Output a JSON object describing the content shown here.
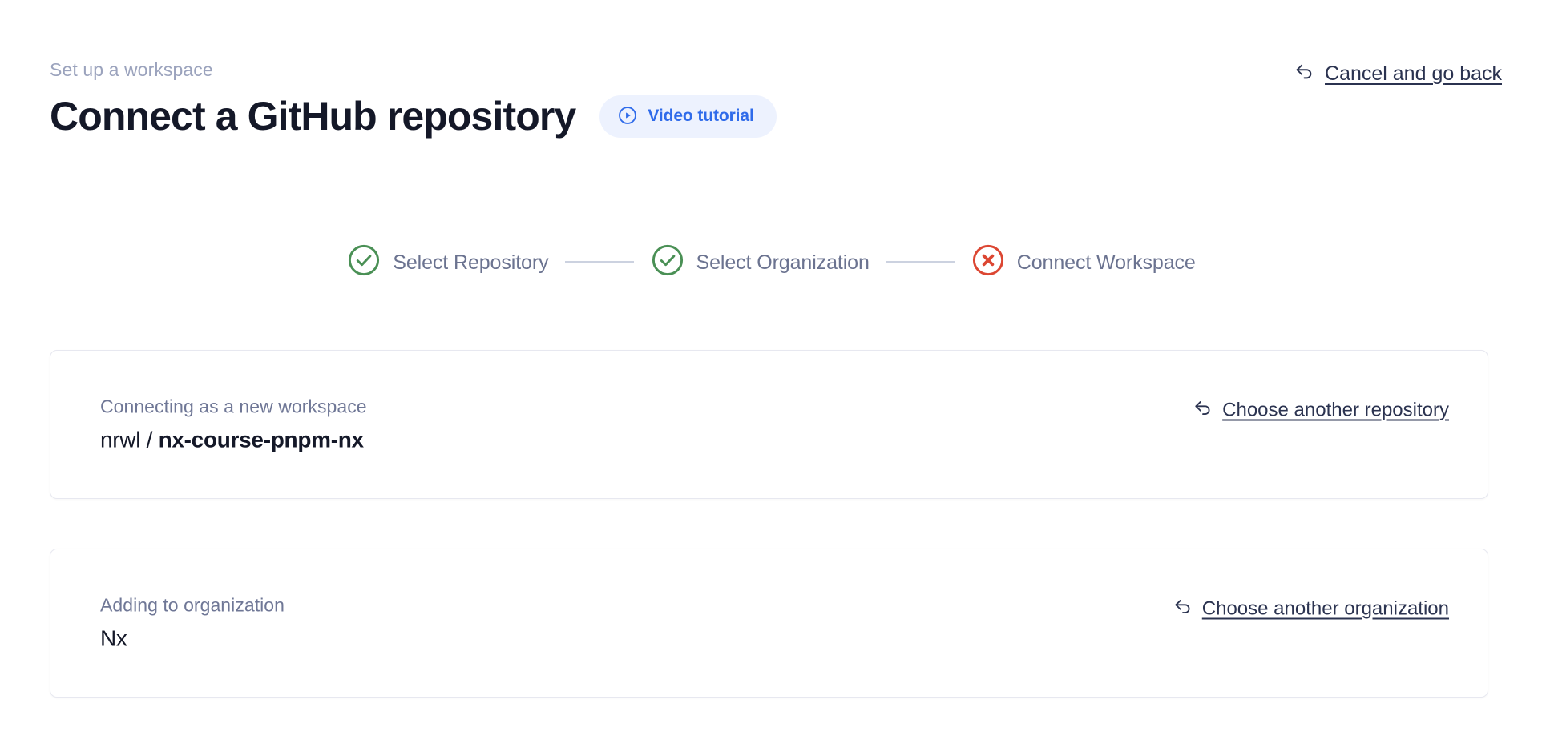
{
  "header": {
    "eyebrow": "Set up a workspace",
    "title": "Connect a GitHub repository",
    "video_badge_label": "Video tutorial",
    "video_badge_icon": "play-circle-icon",
    "cancel_label": "Cancel and go back",
    "cancel_icon": "arrow-uturn-left-icon"
  },
  "stepper": {
    "steps": [
      {
        "label": "Select Repository",
        "state": "complete",
        "icon": "check-circle-icon"
      },
      {
        "label": "Select Organization",
        "state": "complete",
        "icon": "check-circle-icon"
      },
      {
        "label": "Connect Workspace",
        "state": "error",
        "icon": "x-circle-icon"
      }
    ]
  },
  "cards": {
    "repository": {
      "caption": "Connecting as a new workspace",
      "owner": "nrwl / ",
      "name": "nx-course-pnpm-nx",
      "link_label": "Choose another repository",
      "link_icon": "arrow-uturn-left-icon"
    },
    "organization": {
      "caption": "Adding to organization",
      "name": "Nx",
      "link_label": "Choose another organization",
      "link_icon": "arrow-uturn-left-icon"
    }
  },
  "colors": {
    "background": "#ffffff",
    "title": "#141828",
    "eyebrow": "#9ba3bd",
    "muted": "#6f7796",
    "accent_blue": "#2f6bea",
    "accent_blue_bg": "#edf2fe",
    "success_green": "#4a9055",
    "error_red": "#dc4632",
    "connector": "#ccd2e0",
    "card_border": "#e7e8f0",
    "link": "#2b3350"
  }
}
